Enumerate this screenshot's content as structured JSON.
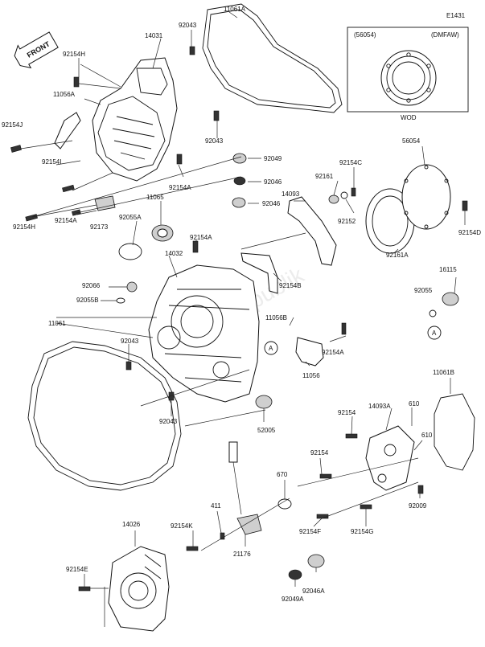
{
  "diagram_code": "E1431",
  "inset": {
    "header_left": "(56054)",
    "header_right": "(DMFAW)",
    "caption": "WOD"
  },
  "front_label": "FRONT",
  "callout_circle": "A",
  "watermark": "partsrepublik",
  "labels": {
    "p11061A": "11061A",
    "p14031": "14031",
    "p92043_top": "92043",
    "p92154H": "92154H",
    "p11056A": "11056A",
    "p92154J": "92154J",
    "p92043_mid": "92043",
    "p92154I": "92154I",
    "p92154A_a": "92154A",
    "p11065": "11065",
    "p92049": "92049",
    "p92046_a": "92046",
    "p92046_b": "92046",
    "p92154C": "92154C",
    "p92161": "92161",
    "p14093": "14093",
    "p56054": "56054",
    "p92152": "92152",
    "p92154D": "92154D",
    "p92154B": "92154B",
    "p92173": "92173",
    "p92154A_b": "92154A",
    "p92055A": "92055A",
    "p92154A_c": "92154A",
    "p14032": "14032",
    "p92161A": "92161A",
    "p16115": "16115",
    "p92066": "92066",
    "p92055B": "92055B",
    "p92055": "92055",
    "p11056B": "11056B",
    "p11061": "11061",
    "p92043_low": "92043",
    "p92154A_d": "92154A",
    "p11056": "11056",
    "p11061B": "11061B",
    "p92043_bot": "92043",
    "p52005": "52005",
    "p92154_a": "92154",
    "p14093A": "14093A",
    "p610_a": "610",
    "p610_b": "610",
    "p92154_b": "92154",
    "p670": "670",
    "p92009": "92009",
    "p411": "411",
    "p14026": "14026",
    "p92154K": "92154K",
    "p92154F": "92154F",
    "p92154G": "92154G",
    "p21176": "21176",
    "p92154E": "92154E",
    "p92046A": "92046A",
    "p92049A": "92049A"
  }
}
